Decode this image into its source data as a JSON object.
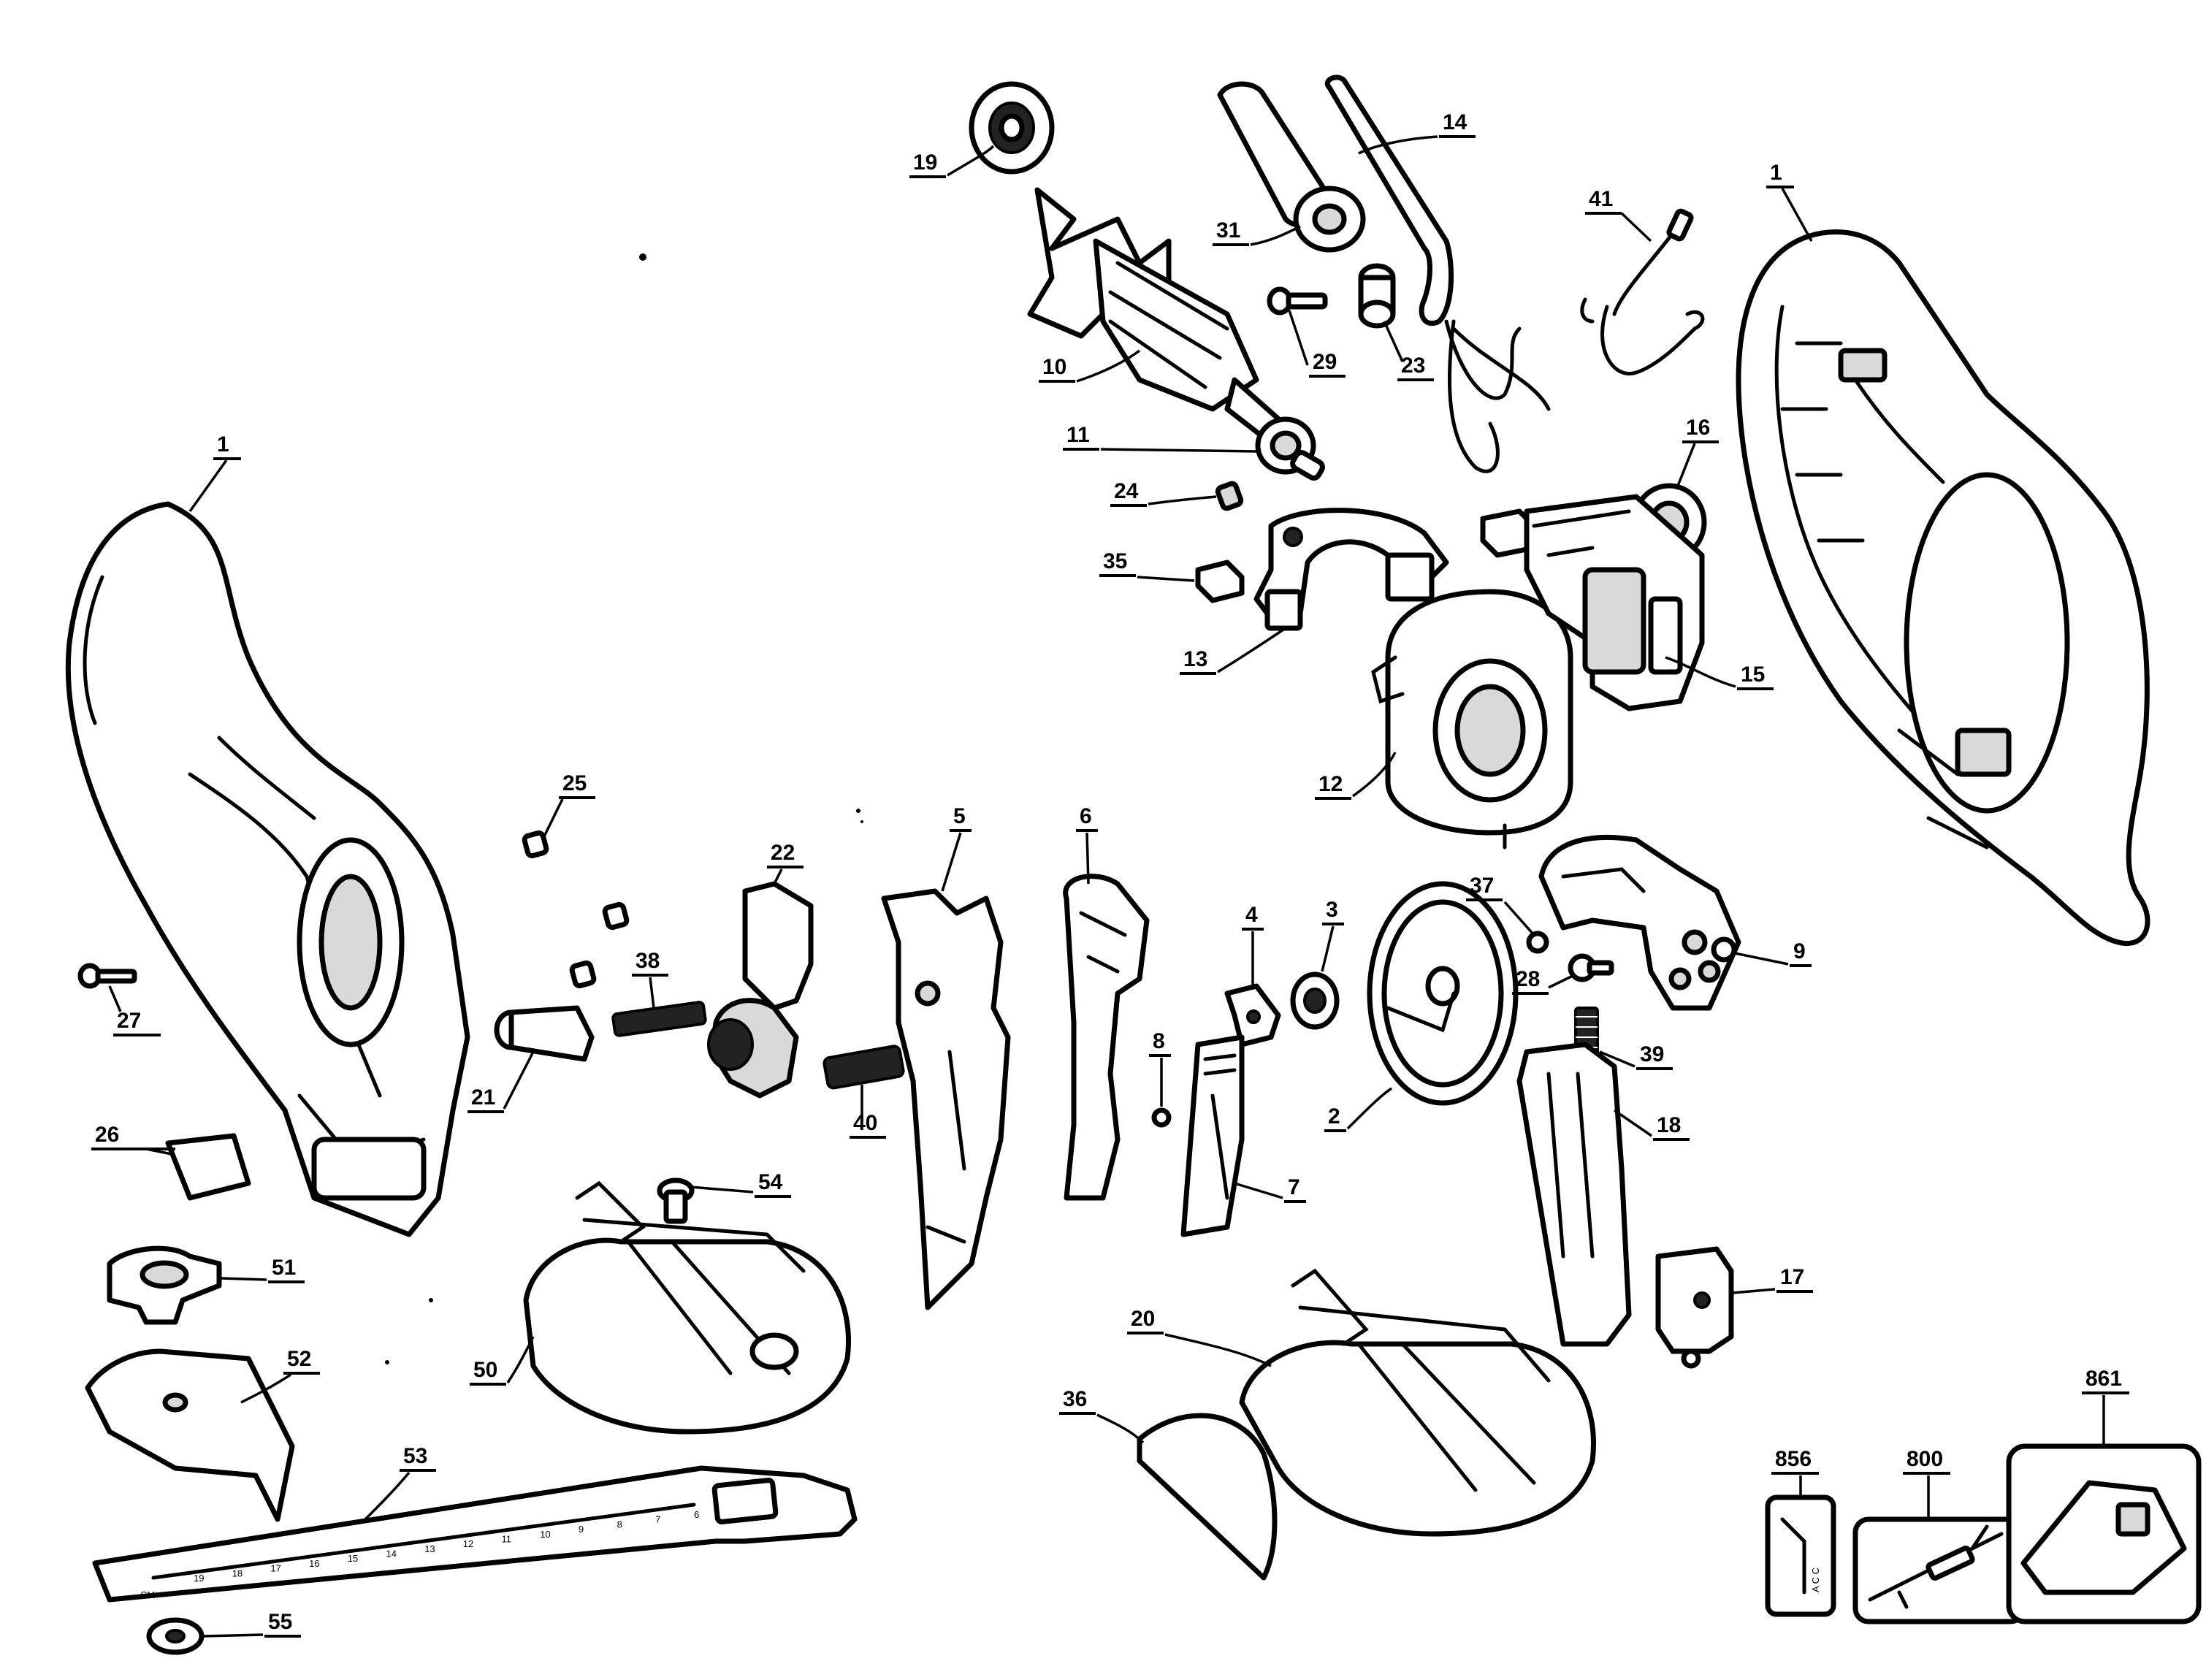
{
  "callouts": {
    "p1a": "1",
    "p1b": "1",
    "p2": "2",
    "p3": "3",
    "p4": "4",
    "p5": "5",
    "p6": "6",
    "p7": "7",
    "p8": "8",
    "p9": "9",
    "p10": "10",
    "p11": "11",
    "p12": "12",
    "p13": "13",
    "p14": "14",
    "p15": "15",
    "p16": "16",
    "p17": "17",
    "p18": "18",
    "p19": "19",
    "p20": "20",
    "p21": "21",
    "p22": "22",
    "p23": "23",
    "p24": "24",
    "p25": "25",
    "p26": "26",
    "p27": "27",
    "p28": "28",
    "p29": "29",
    "p31": "31",
    "p35": "35",
    "p36": "36",
    "p37": "37",
    "p38": "38",
    "p39": "39",
    "p40": "40",
    "p41": "41",
    "p50": "50",
    "p51": "51",
    "p52": "52",
    "p53": "53",
    "p54": "54",
    "p55": "55",
    "p800": "800",
    "p856": "856",
    "p861": "861"
  },
  "ruler_scale": [
    "19",
    "18",
    "17",
    "16",
    "15",
    "14",
    "13",
    "12",
    "11",
    "10",
    "9",
    "8",
    "7",
    "6"
  ],
  "ruler_unit": "CM",
  "label_856_text": "A C C"
}
